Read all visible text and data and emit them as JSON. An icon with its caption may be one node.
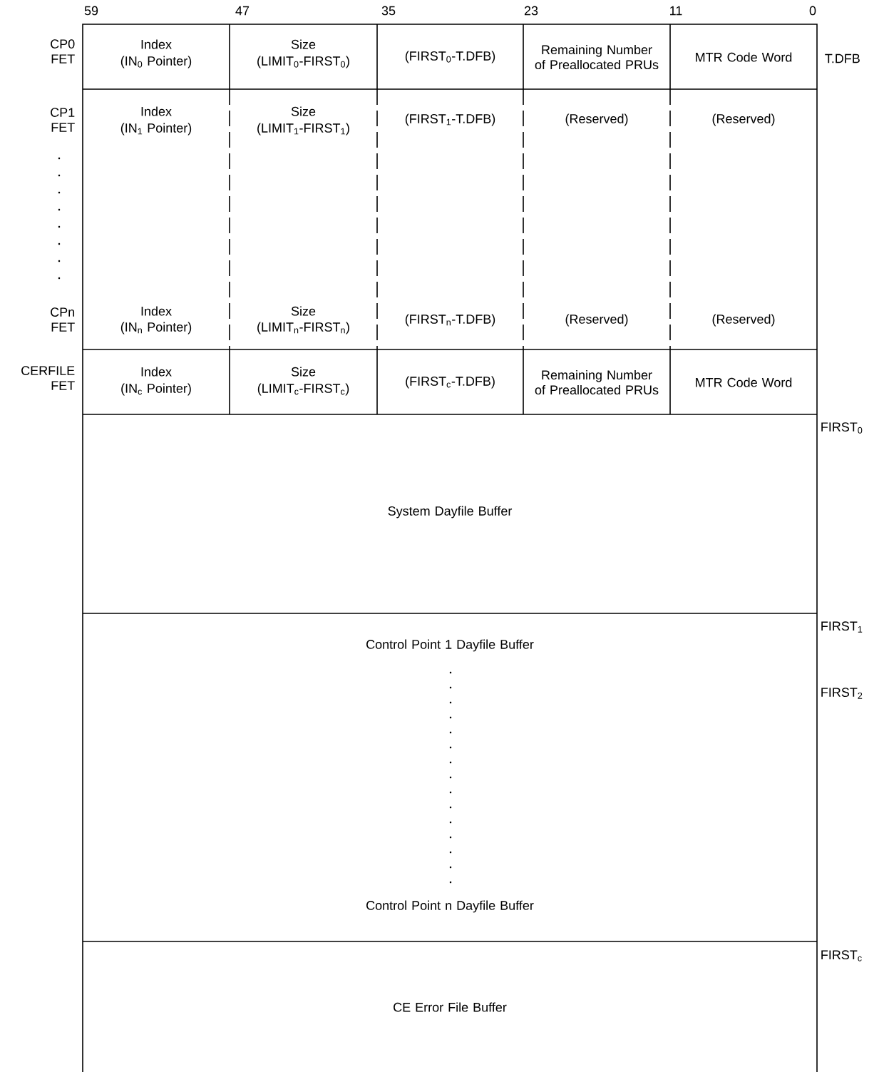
{
  "diagram": {
    "nodes": [
      {
        "text": [
          "Index",
          "(IN$_{0}$ Pointer)"
        ]
      },
      {
        "text": [
          "Size",
          "(LIMIT$_{0}$-FIRST$_{0}$)"
        ]
      },
      {
        "text": [
          "(FIRST$_{0}$-T.DFB)"
        ]
      },
      {
        "text": [
          "Remaining Number of Preallocated PRUs"
        ]
      },
      {
        "text": [
          "MTR Code Word"
        ]
      },
      {
        "text": [
          "Index",
          "(IN$_{1}$ Pointer)",
          "Index",
          "(IN$_{n}$ Pointer)"
        ]
      },
      {
        "text": [
          "Size",
          "(LIMIT$_{1}$-FIRST$_{1}$)",
          "Size",
          "(LIMIT$_{n}$-FIRST$_{n}$)"
        ]
      },
      {
        "text": [
          "(FIRST$_{1}$-T.DFB)",
          "(FIRST$_{n}$-T.DFB)"
        ]
      },
      {
        "text": [
          "(Reserved)",
          "(Reserved)"
        ]
      },
      {
        "text": [
          "(Reserved)",
          "(Reserved)"
        ]
      },
      {
        "text": [
          "Index",
          "(IN$_{c}$ Pointer)"
        ]
      },
      {
        "text": [
          "Size",
          "(LIMIT$_{c}$-FIRST$_{c}$)"
        ]
      },
      {
        "text": [
          "(FIRST$_{c}$-T.DFB)"
        ]
      },
      {
        "text": [
          "Remaining Number of Preallocated PRUs"
        ]
      },
      {
        "text": [
          "MTR Code Word"
        ]
      },
      {
        "text": [
          "System Dayfile Buffer"
        ]
      },
      {
        "text": [
          "Control Point 1 Dayfile Buffer",
          "Control Point n Dayfile Buffer"
        ]
      },
      {
        "text": [
          "CE Error File Buffer"
        ]
      }
    ],
    "labels": [
      "59",
      "47",
      "35",
      "23",
      "11",
      "0",
      "CP0 FET",
      "T.DFB",
      "CP1 FET",
      "CPn FET",
      "CERFILE FET",
      "FIRST$_{0}$",
      "FIRST$_{1}$",
      "FIRST$_{2}$",
      "FIRST$_{c}$"
    ]
  }
}
